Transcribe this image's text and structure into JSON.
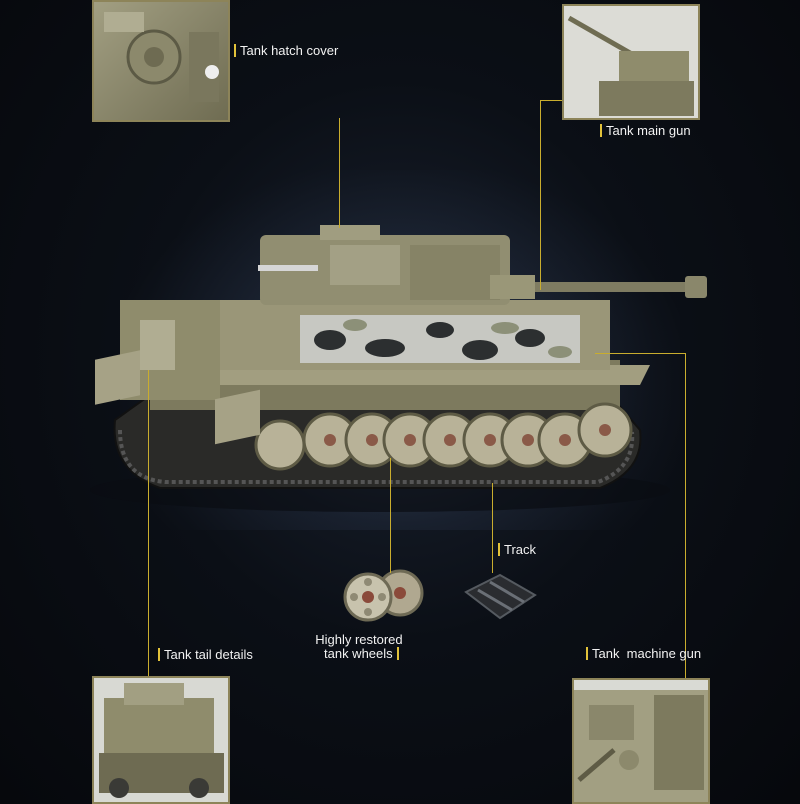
{
  "callouts": {
    "hatch": "Tank hatch cover",
    "main_gun": "Tank main gun",
    "track": "Track",
    "wheels_line1": "Highly restored",
    "wheels_line2": "tank wheels",
    "tail": "Tank tail details",
    "machine_gun": "Tank  machine gun"
  },
  "colors": {
    "accent": "#e2c23a",
    "tank": "#8f8c6c",
    "background": "#06080c"
  }
}
